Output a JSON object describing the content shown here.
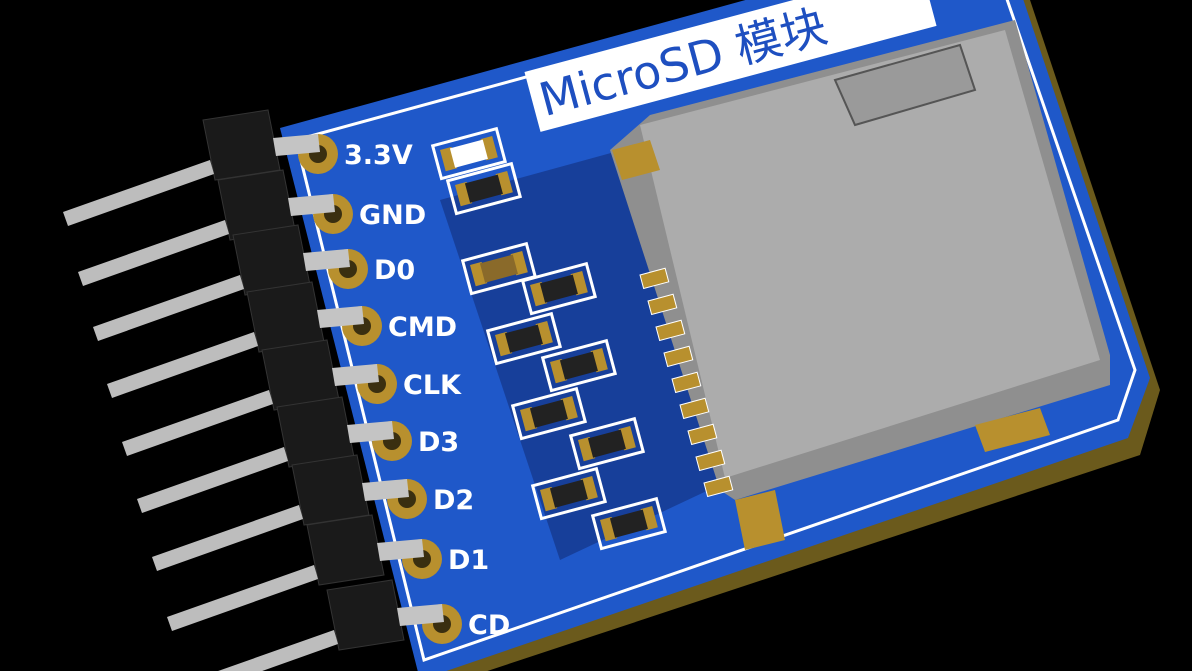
{
  "board": {
    "title": "MicroSD 模块",
    "pin_labels": [
      "3.3V",
      "GND",
      "D0",
      "CMD",
      "CLK",
      "D3",
      "D2",
      "D1",
      "CD"
    ]
  },
  "colors": {
    "background": "#000000",
    "pcb": "#1f58c9",
    "pcb_dark": "#173f9a",
    "pad_gold": "#b8902e",
    "slot_gray": "#a9a9a9",
    "header_black": "#1a1a1a",
    "pin_gray": "#bdbdbd"
  }
}
